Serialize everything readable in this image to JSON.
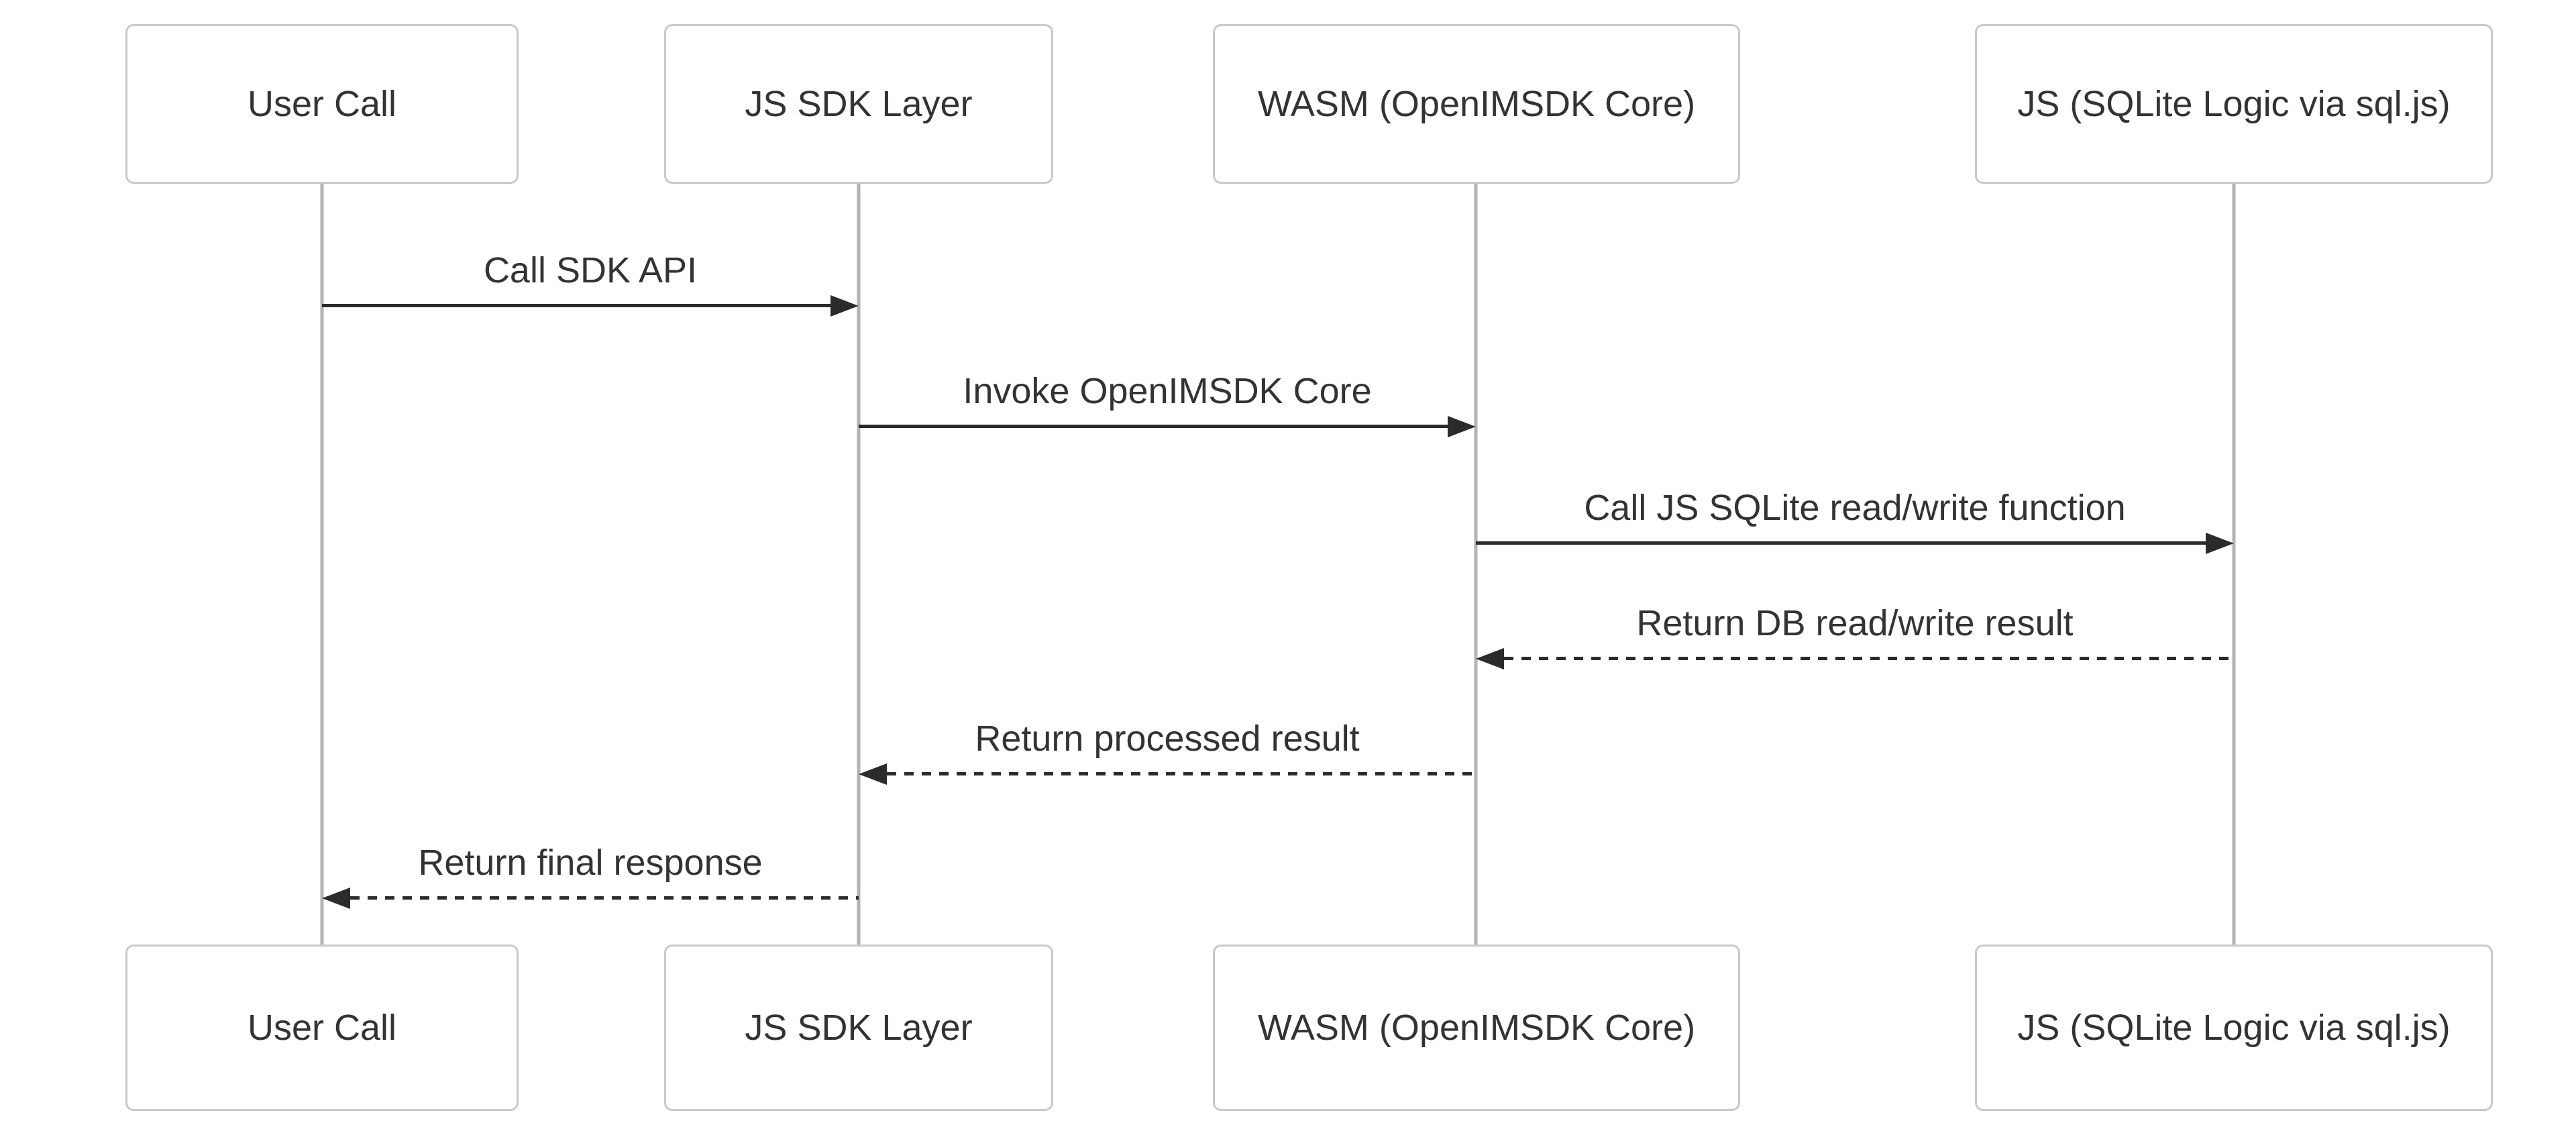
{
  "diagram": {
    "type": "sequence-diagram",
    "participants": [
      {
        "label": "User Call"
      },
      {
        "label": "JS SDK Layer"
      },
      {
        "label": "WASM (OpenIMSDK Core)"
      },
      {
        "label": "JS (SQLite Logic via sql.js)"
      }
    ],
    "messages": [
      {
        "label": "Call SDK API",
        "from": "User Call",
        "to": "JS SDK Layer",
        "style": "solid"
      },
      {
        "label": "Invoke OpenIMSDK Core",
        "from": "JS SDK Layer",
        "to": "WASM (OpenIMSDK Core)",
        "style": "solid"
      },
      {
        "label": "Call JS SQLite read/write function",
        "from": "WASM (OpenIMSDK Core)",
        "to": "JS (SQLite Logic via sql.js)",
        "style": "solid"
      },
      {
        "label": "Return DB read/write result",
        "from": "JS (SQLite Logic via sql.js)",
        "to": "WASM (OpenIMSDK Core)",
        "style": "dashed"
      },
      {
        "label": "Return processed result",
        "from": "WASM (OpenIMSDK Core)",
        "to": "JS SDK Layer",
        "style": "dashed"
      },
      {
        "label": "Return final response",
        "from": "JS SDK Layer",
        "to": "User Call",
        "style": "dashed"
      }
    ],
    "colors": {
      "box_fill": "#ffffff",
      "box_border": "#c9c9c9",
      "lifeline": "#b3b3b3",
      "arrow": "#2b2b2b",
      "text": "#333333"
    }
  }
}
